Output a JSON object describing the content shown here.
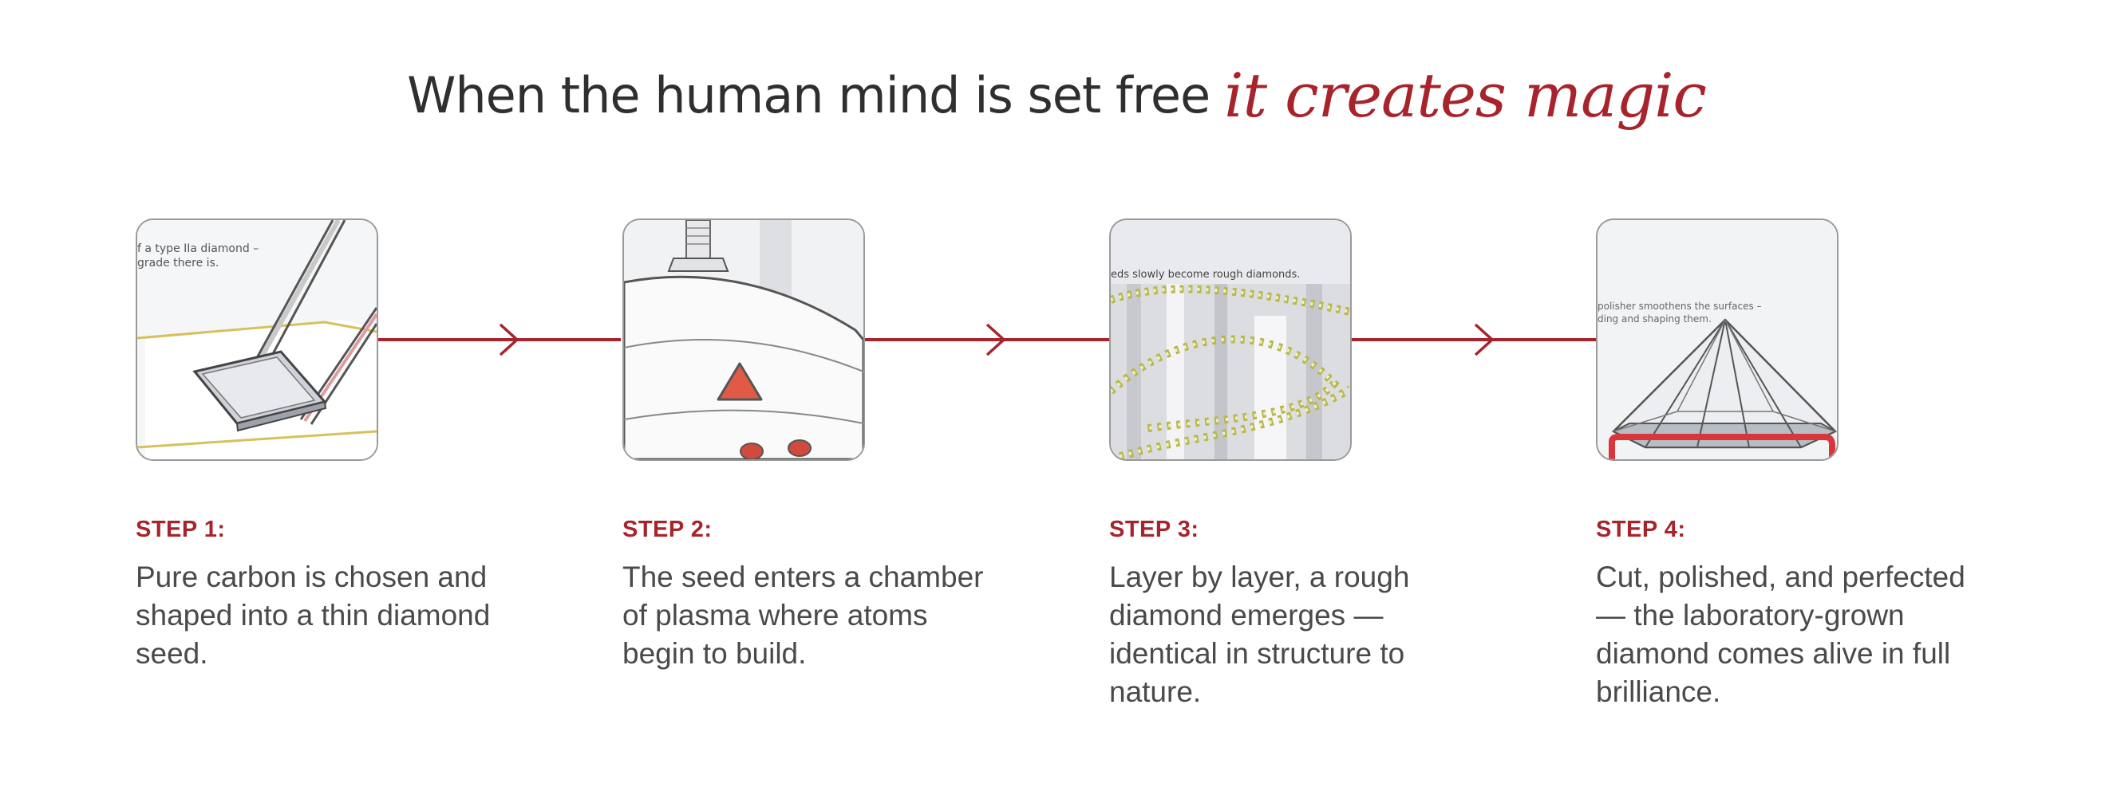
{
  "heading": {
    "plain": "When the human mind is set free",
    "script": "it creates magic"
  },
  "colors": {
    "accent": "#a8242c",
    "text": "#4a4a4a",
    "heading": "#2f2f2f"
  },
  "steps": [
    {
      "label": "STEP 1:",
      "description": "Pure carbon is chosen and shaped into a thin diamond seed.",
      "image_text": [
        "f a type IIa diamond –",
        "grade there is."
      ],
      "icon": "tweezers-seed-illustration"
    },
    {
      "label": "STEP 2:",
      "description": "The seed enters a chamber of plasma where atoms begin to build.",
      "image_text": [],
      "icon": "plasma-chamber-illustration"
    },
    {
      "label": "STEP 3:",
      "description": "Layer by layer, a rough diamond emerges — identical in structure to nature.",
      "image_text": [
        "eds slowly become rough diamonds."
      ],
      "icon": "rough-diamonds-illustration"
    },
    {
      "label": "STEP 4:",
      "description": "Cut, polished, and perfected — the laboratory-grown diamond comes alive in full brilliance.",
      "image_text": [
        "polisher smoothens the surfaces –",
        "ding and shaping them."
      ],
      "icon": "cut-diamond-illustration"
    }
  ]
}
